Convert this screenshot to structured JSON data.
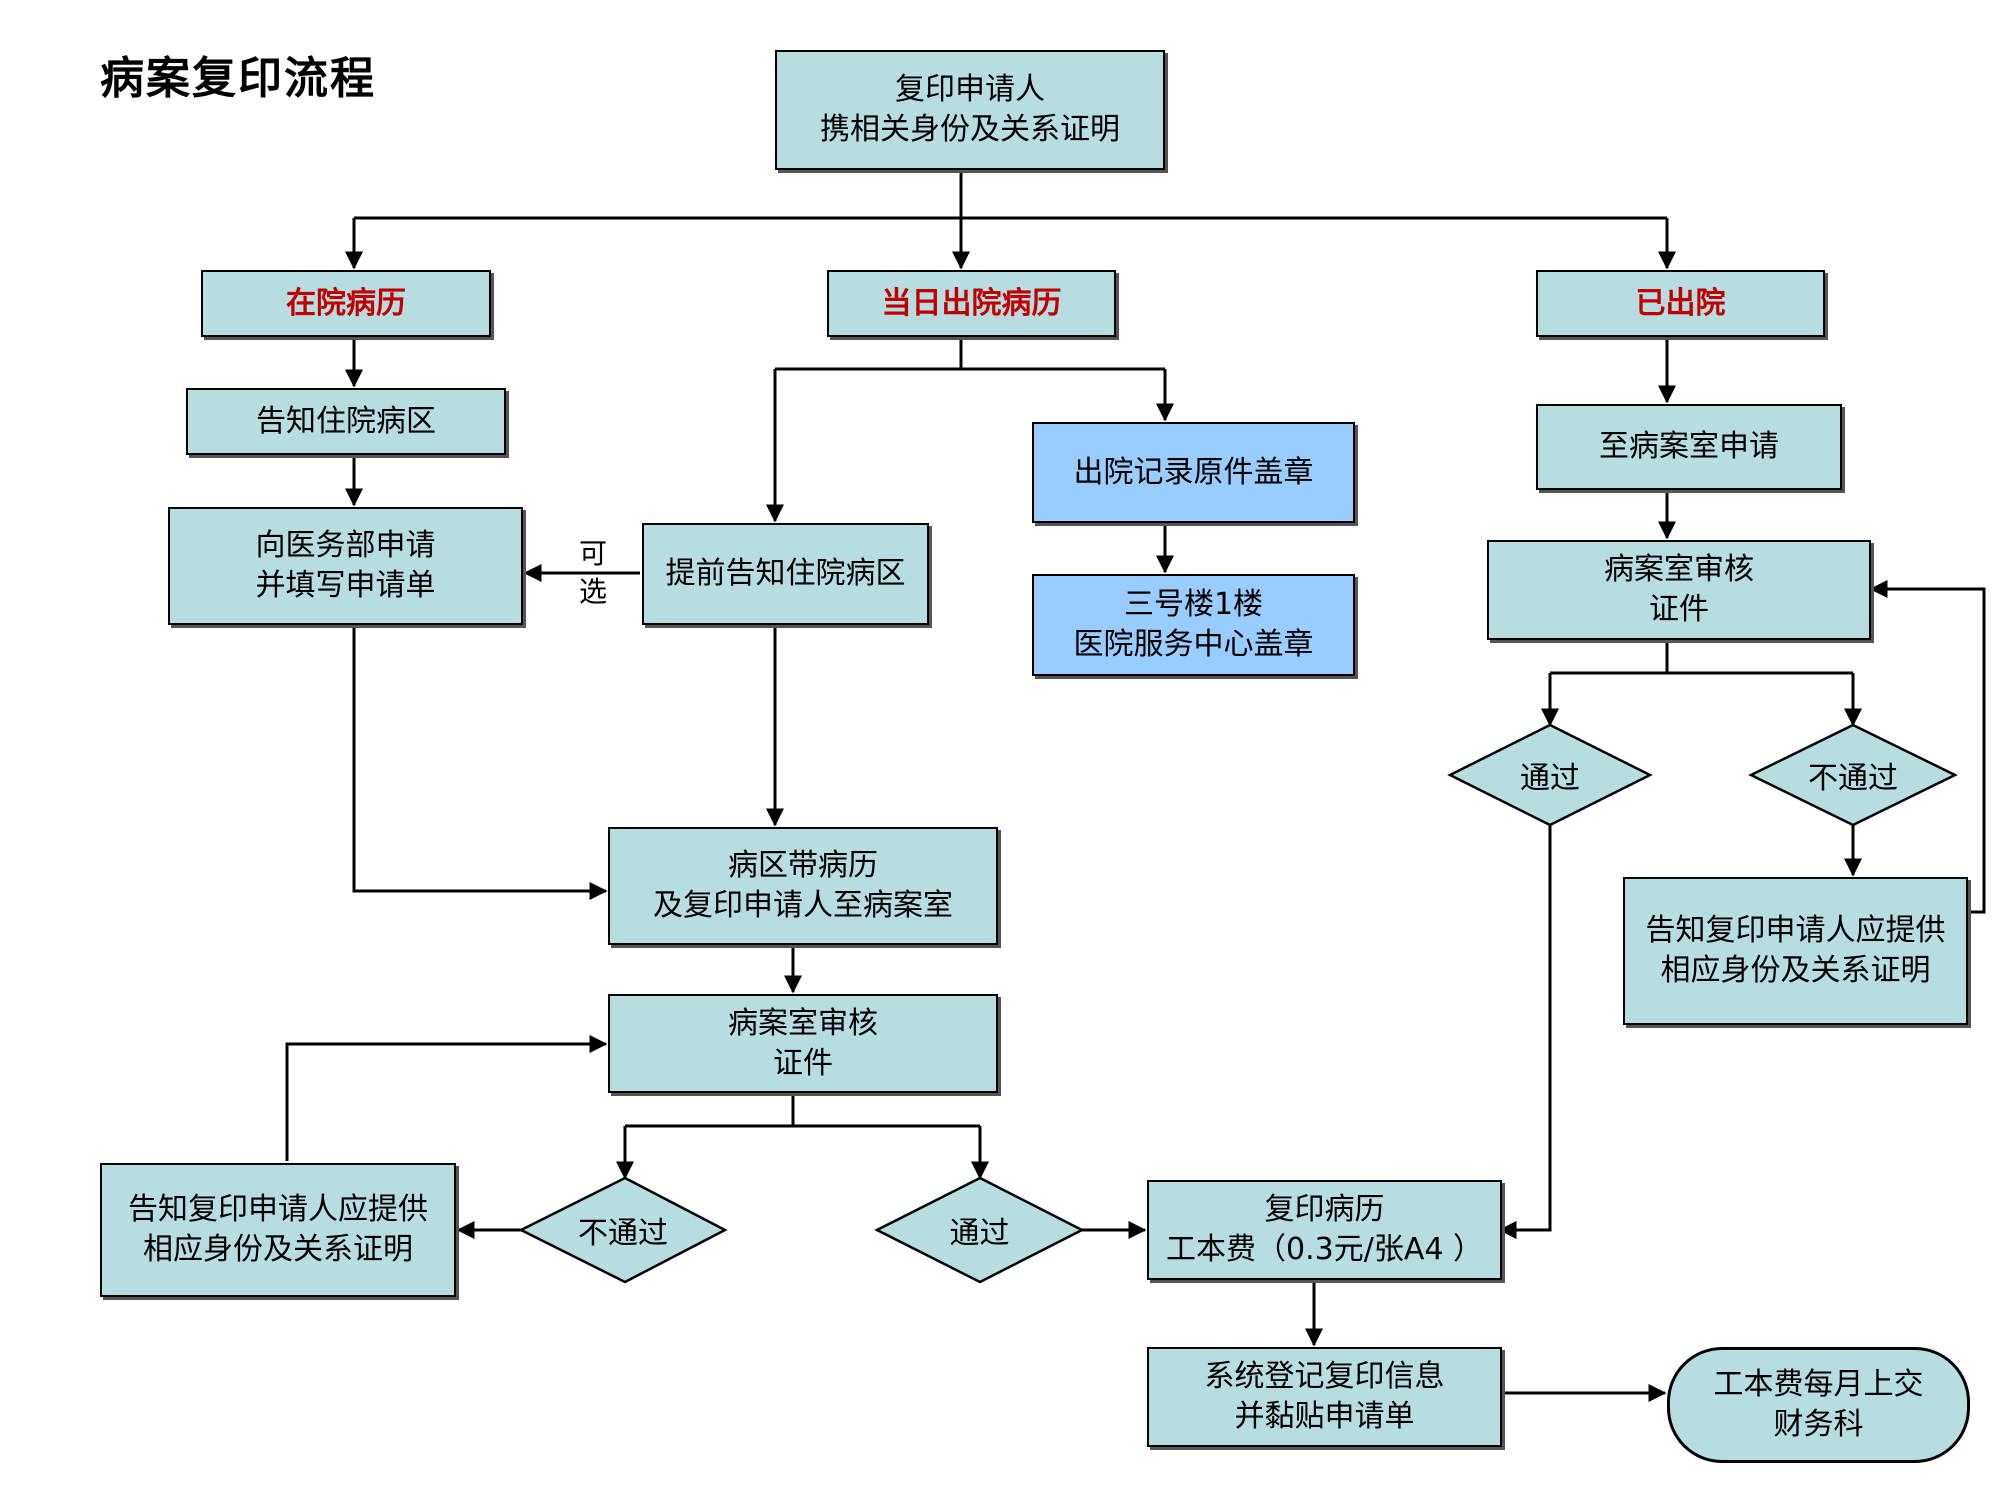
{
  "title": "病案复印流程",
  "nodes": {
    "start": [
      "复印申请人",
      "携相关身份及关系证明"
    ],
    "inpatient": "在院病历",
    "same_day": "当日出院病历",
    "discharged": "已出院",
    "notify_ward": "告知住院病区",
    "apply_medical": [
      "向医务部申请",
      "并填写申请单"
    ],
    "notify_ward_advance": "提前告知住院病区",
    "discharge_stamp": "出院记录原件盖章",
    "service_center": [
      "三号楼1楼",
      "医院服务中心盖章"
    ],
    "apply_records_room": "至病案室申请",
    "review_right": [
      "病案室审核",
      "证件"
    ],
    "pass_right": "通过",
    "fail_right": "不通过",
    "notify_right": [
      "告知复印申请人应提供",
      "相应身份及关系证明"
    ],
    "ward_bring": [
      "病区带病历",
      "及复印申请人至病案室"
    ],
    "review_center": [
      "病案室审核",
      "证件"
    ],
    "fail_center": "不通过",
    "pass_center": "通过",
    "notify_left": [
      "告知复印申请人应提供",
      "相应身份及关系证明"
    ],
    "copy_records": [
      "复印病历",
      "工本费（0.3元/张A4 ）"
    ],
    "register": [
      "系统登记复印信息",
      "并黏贴申请单"
    ],
    "fee_monthly": [
      "工本费每月上交",
      "财务科"
    ]
  },
  "optional_label": [
    "可",
    "选"
  ],
  "colors": {
    "box_fill": "#b7dde1",
    "blue_fill": "#99ccff",
    "highlight_text": "#c00000",
    "line": "#000000"
  }
}
